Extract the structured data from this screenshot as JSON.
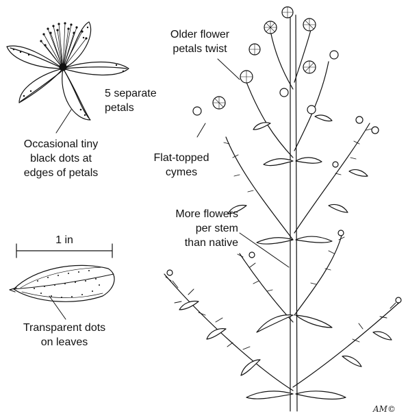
{
  "labels": {
    "petals": [
      "5 separate",
      "petals"
    ],
    "dots": [
      "Occasional tiny",
      "black dots at",
      "edges of petals"
    ],
    "scale": "1 in",
    "leaf_dots": [
      "Transparent dots",
      "on leaves"
    ],
    "older": [
      "Older flower",
      "petals twist"
    ],
    "cymes": [
      "Flat-topped",
      "cymes"
    ],
    "more": [
      "More flowers",
      "per stem",
      "than native"
    ],
    "signature": "AM©"
  },
  "colors": {
    "ink": "#111111",
    "background": "#ffffff"
  }
}
